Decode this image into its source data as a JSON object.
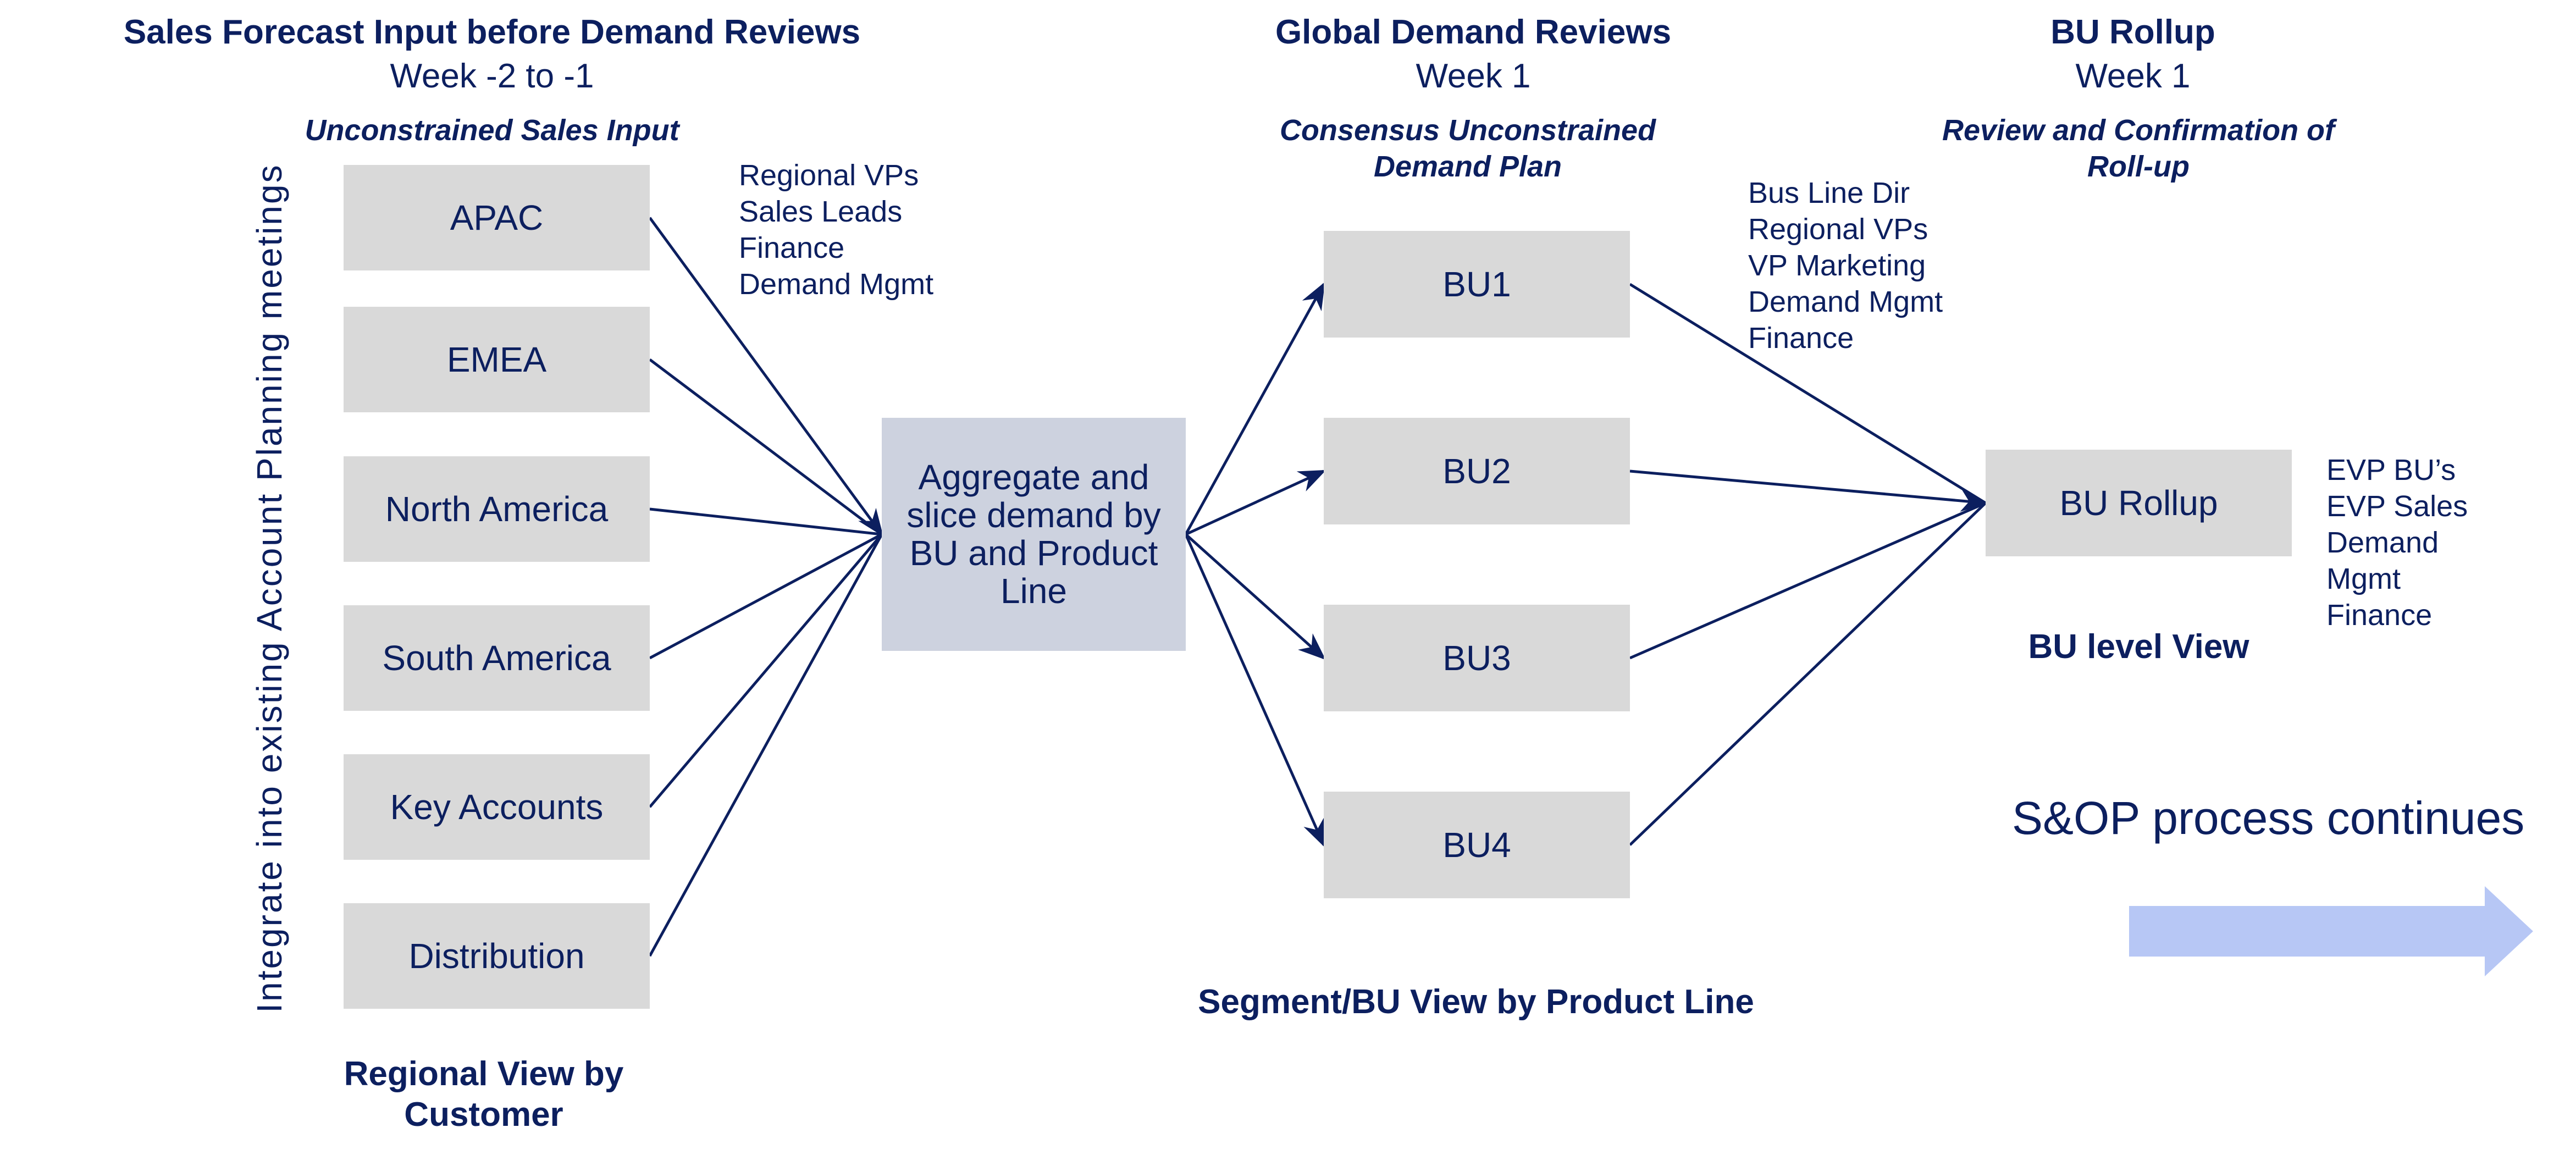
{
  "colors": {
    "text": "#0C1F5F",
    "box": "#D9D9D9",
    "aggregate_box": "#CDD2DF",
    "continue_arrow": "#B7C7F5",
    "connector": "#0C1F5F"
  },
  "headers": {
    "sales_forecast": {
      "title": "Sales Forecast Input before Demand Reviews",
      "week": "Week -2 to -1",
      "subtitle": "Unconstrained Sales Input"
    },
    "global_demand": {
      "title": "Global Demand Reviews",
      "week": "Week 1",
      "subtitle_line1": "Consensus Unconstrained",
      "subtitle_line2": "Demand Plan"
    },
    "bu_rollup": {
      "title": "BU Rollup",
      "week": "Week 1",
      "subtitle_line1": "Review and Confirmation of",
      "subtitle_line2": "Roll-up"
    }
  },
  "side_label": "Integrate into existing Account Planning meetings",
  "regions": [
    "APAC",
    "EMEA",
    "North America",
    "South America",
    "Key Accounts",
    "Distribution"
  ],
  "regional_stakeholders": [
    "Regional VPs",
    "Sales Leads",
    "Finance",
    "Demand Mgmt"
  ],
  "aggregate": {
    "line1": "Aggregate and",
    "line2": "slice demand by",
    "line3": "BU and Product",
    "line4": "Line"
  },
  "business_units": [
    "BU1",
    "BU2",
    "BU3",
    "BU4"
  ],
  "bu_stakeholders": [
    "Bus Line Dir",
    "Regional VPs",
    "VP Marketing",
    "Demand Mgmt",
    "Finance"
  ],
  "rollup": {
    "label": "BU Rollup",
    "stakeholders": [
      "EVP BU’s",
      "EVP Sales",
      "Demand",
      "Mgmt",
      "Finance"
    ],
    "view_label": "BU level View"
  },
  "footers": {
    "regional_view_line1": "Regional View by",
    "regional_view_line2": "Customer",
    "segment_view": "Segment/BU View by Product Line"
  },
  "continues": {
    "label": "S&OP process continues"
  }
}
